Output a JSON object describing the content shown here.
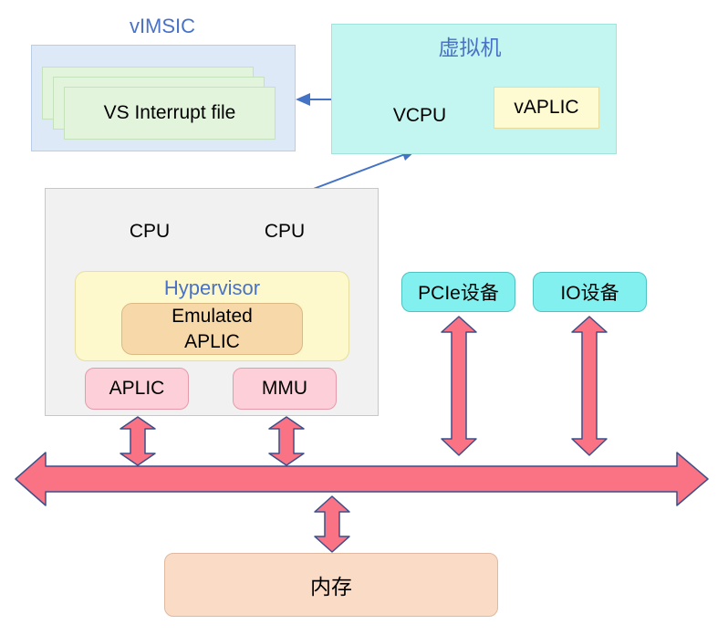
{
  "vimsic": {
    "title": "vIMSIC",
    "file_label": "VS Interrupt file"
  },
  "vm": {
    "title": "虚拟机",
    "vcpu_label": "VCPU",
    "vaplic_label": "vAPLIC"
  },
  "host": {
    "cpus": [
      "CPU",
      "CPU"
    ],
    "hypervisor": {
      "title": "Hypervisor",
      "emulated_line1": "Emulated",
      "emulated_line2": "APLIC"
    },
    "aplic_label": "APLIC",
    "mmu_label": "MMU"
  },
  "devices": {
    "pcie_label": "PCIe设备",
    "io_label": "IO设备"
  },
  "memory": {
    "label": "内存"
  },
  "colors": {
    "bus": "#fa7385",
    "bus_stroke": "#3b4f8a",
    "link_arrow": "#4472c4",
    "cpu_fill": "#d1d0f0",
    "vcpu_fill": "#a9aee5"
  }
}
